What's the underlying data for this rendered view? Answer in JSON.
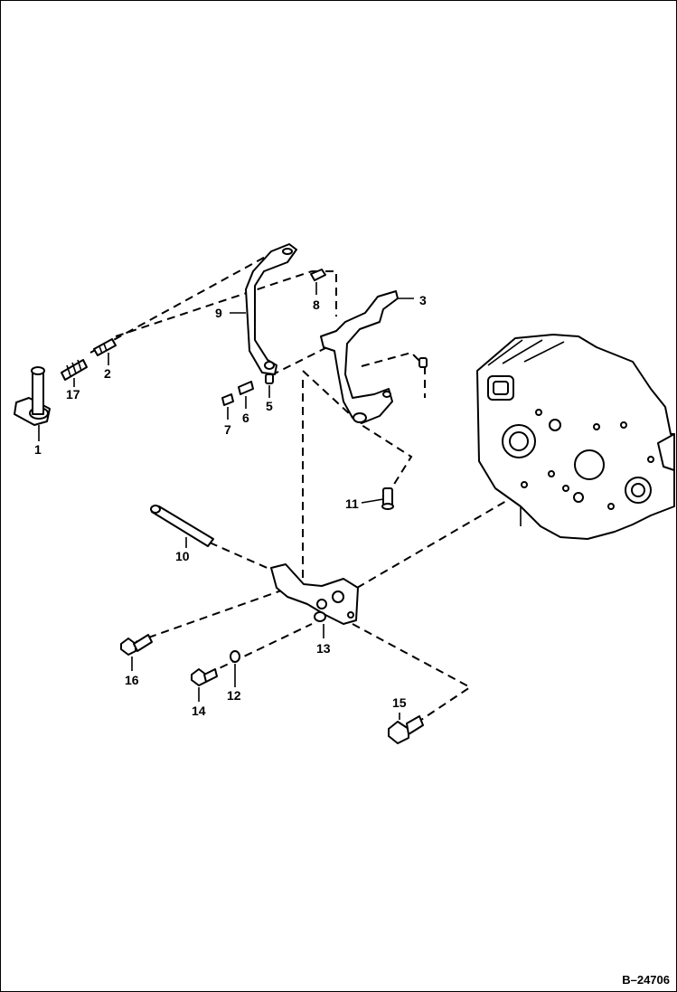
{
  "callouts": {
    "c1": "1",
    "c2": "2",
    "c3": "3",
    "c5": "5",
    "c6": "6",
    "c7": "7",
    "c8": "8",
    "c9": "9",
    "c10": "10",
    "c11": "11",
    "c12": "12",
    "c13": "13",
    "c14": "14",
    "c15": "15",
    "c16": "16",
    "c17": "17"
  },
  "figure_id": "B–24706"
}
